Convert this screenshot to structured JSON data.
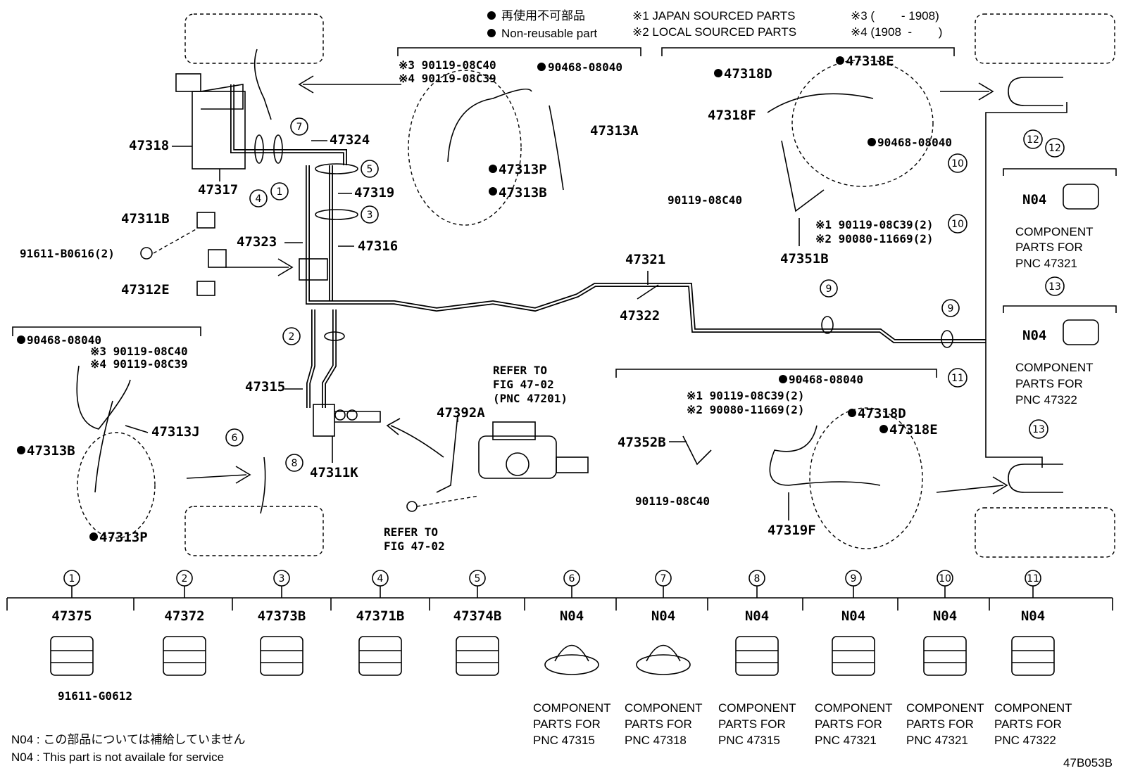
{
  "legend": {
    "bullet_jp": "再使用不可部品",
    "bullet_en": "Non-reusable part",
    "note1": "※1 JAPAN SOURCED PARTS",
    "note2": "※2 LOCAL SOURCED PARTS",
    "note3": "※3 (        - 1908)",
    "note4": "※4 (1908  -        )"
  },
  "labels": {
    "p47318": "47318",
    "p47317": "47317",
    "p47324": "47324",
    "p47319": "47319",
    "p47323": "47323",
    "p47316": "47316",
    "p47311B": "47311B",
    "p47312E": "47312E",
    "p91611": "91611-B0616(2)",
    "p47315": "47315",
    "p47311K": "47311K",
    "p47321": "47321",
    "p47322": "47322",
    "a_top_s3": "※3 90119-08C40",
    "a_top_s4": "※4 90119-08C39",
    "a_top_90468": "90468-08040",
    "a_47313A": "47313A",
    "a_47313P": "47313P",
    "a_47313B": "47313B",
    "j_90468": "90468-08040",
    "j_s3": "※3 90119-08C40",
    "j_s4": "※4 90119-08C39",
    "j_47313J": "47313J",
    "j_47313B": "47313B",
    "j_47313P": "47313P",
    "f_47318E": "47318E",
    "f_47318D": "47318D",
    "f_47318F": "47318F",
    "f_90468": "90468-08040",
    "f_90119": "90119-08C40",
    "f_s1": "※1 90119-08C39(2)",
    "f_s2": "※2 90080-11669(2)",
    "f_47351B": "47351B",
    "b_90468": "90468-08040",
    "b_s1": "※1 90119-08C39(2)",
    "b_s2": "※2 90080-11669(2)",
    "b_47318D": "47318D",
    "b_47318E": "47318E",
    "b_47352B": "47352B",
    "b_90119": "90119-08C40",
    "b_47319F": "47319F",
    "refer1_a": "REFER TO",
    "refer1_b": "FIG 47-02",
    "refer1_c": "(PNC 47201)",
    "p47392A": "47392A",
    "refer2_a": "REFER TO",
    "refer2_b": "FIG 47-02",
    "r_n04_12": "N04",
    "r_comp12_a": "COMPONENT",
    "r_comp12_b": "PARTS FOR",
    "r_comp12_c": "PNC 47321",
    "r_n04_13": "N04",
    "r_comp13_a": "COMPONENT",
    "r_comp13_b": "PARTS FOR",
    "r_comp13_c": "PNC 47322"
  },
  "callouts": [
    "1",
    "2",
    "3",
    "4",
    "5",
    "6",
    "7",
    "8",
    "9",
    "10",
    "11",
    "12",
    "13"
  ],
  "bottom_parts": [
    {
      "num": "1",
      "part": "47375",
      "extra": "91611-G0612",
      "comp": []
    },
    {
      "num": "2",
      "part": "47372",
      "extra": "",
      "comp": []
    },
    {
      "num": "3",
      "part": "47373B",
      "extra": "",
      "comp": []
    },
    {
      "num": "4",
      "part": "47371B",
      "extra": "",
      "comp": []
    },
    {
      "num": "5",
      "part": "47374B",
      "extra": "",
      "comp": []
    },
    {
      "num": "6",
      "part": "N04",
      "extra": "",
      "comp": [
        "COMPONENT",
        "PARTS FOR",
        "PNC 47315"
      ]
    },
    {
      "num": "7",
      "part": "N04",
      "extra": "",
      "comp": [
        "COMPONENT",
        "PARTS FOR",
        "PNC 47318"
      ]
    },
    {
      "num": "8",
      "part": "N04",
      "extra": "",
      "comp": [
        "COMPONENT",
        "PARTS FOR",
        "PNC 47315"
      ]
    },
    {
      "num": "9",
      "part": "N04",
      "extra": "",
      "comp": [
        "COMPONENT",
        "PARTS FOR",
        "PNC 47321"
      ]
    },
    {
      "num": "10",
      "part": "N04",
      "extra": "",
      "comp": [
        "COMPONENT",
        "PARTS FOR",
        "PNC 47321"
      ]
    },
    {
      "num": "11",
      "part": "N04",
      "extra": "",
      "comp": [
        "COMPONENT",
        "PARTS FOR",
        "PNC 47322"
      ]
    }
  ],
  "footnotes": {
    "jp": "N04 : この部品については補給していません",
    "en": "N04 :  This part is not availale for service"
  },
  "figure_id": "47B053B"
}
